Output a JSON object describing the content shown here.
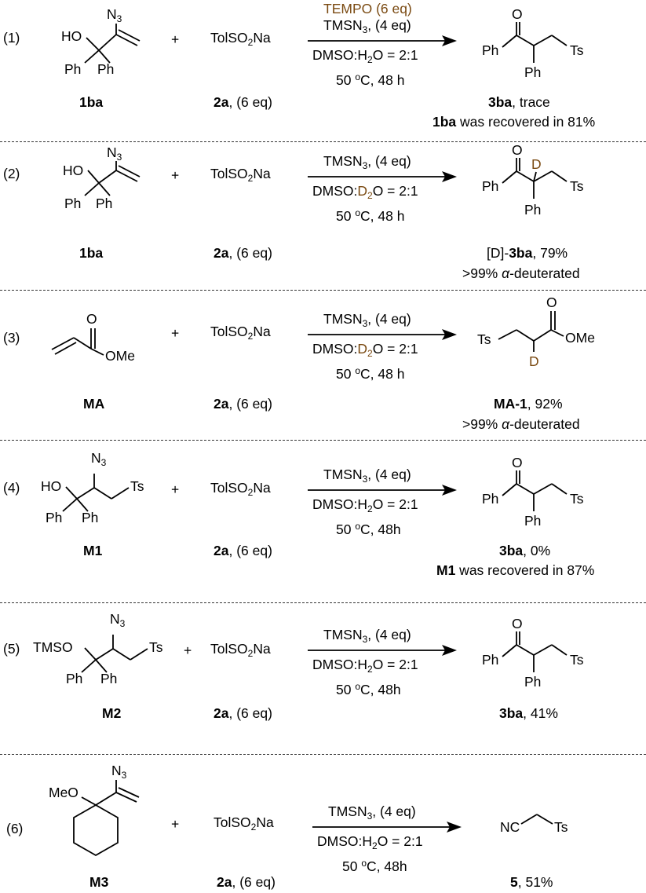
{
  "colors": {
    "deuterium": "#7a4a12",
    "line": "#000000"
  },
  "common": {
    "plus": "+",
    "reagent": "TolSO",
    "reagent_sub": "2",
    "reagent_tail": "Na",
    "reagent_label": "2a",
    "reagent_eq": ", (6 eq)",
    "temp_48h": "50 ",
    "temp_sup": "o",
    "temp_tail_a": "C, 48 h",
    "temp_tail_b": "C, 48h",
    "tmsn3": "TMSN",
    "tmsn3_sub": "3",
    "tmsn3_eq": ", (4 eq)",
    "solvent_a": "DMSO:H",
    "solvent_sub": "2",
    "solvent_b": "O = 2:1",
    "solvent_d_a": "DMSO:",
    "solvent_d": "D",
    "solvent_d_b": "O = 2:1"
  },
  "atoms": {
    "HO": "HO",
    "Ph": "Ph",
    "N": "N",
    "N_sub": "3",
    "O": "O",
    "Ts": "Ts",
    "D": "D",
    "OMe": "OMe",
    "TMSO": "TMSO",
    "MeO": "MeO",
    "NC": "NC"
  },
  "reactions": [
    {
      "num": "(1)",
      "reactant_label": "1ba",
      "extra_reagent": "TEMPO (6 eq)",
      "product_label": "3ba",
      "product_result": ", trace",
      "note_bold": "1ba",
      "note_text": " was recovered in 81%"
    },
    {
      "num": "(2)",
      "reactant_label": "1ba",
      "product_prefix": "[D]-",
      "product_label": "3ba",
      "product_result": ", 79%",
      "note_text": ">99% ",
      "note_alpha": "α",
      "note_tail": "-deuterated"
    },
    {
      "num": "(3)",
      "reactant_label": "MA",
      "product_label": "MA-1",
      "product_result": ", 92%",
      "note_text": ">99% ",
      "note_alpha": "α",
      "note_tail": "-deuterated"
    },
    {
      "num": "(4)",
      "reactant_label": "M1",
      "product_label": "3ba",
      "product_result": ", 0%",
      "note_bold": "M1",
      "note_text": " was recovered in 87%"
    },
    {
      "num": "(5)",
      "reactant_label": "M2",
      "product_label": "3ba",
      "product_result": ", 41%"
    },
    {
      "num": "(6)",
      "reactant_label": "M3",
      "product_label": "5",
      "product_result": ", 51%"
    }
  ]
}
